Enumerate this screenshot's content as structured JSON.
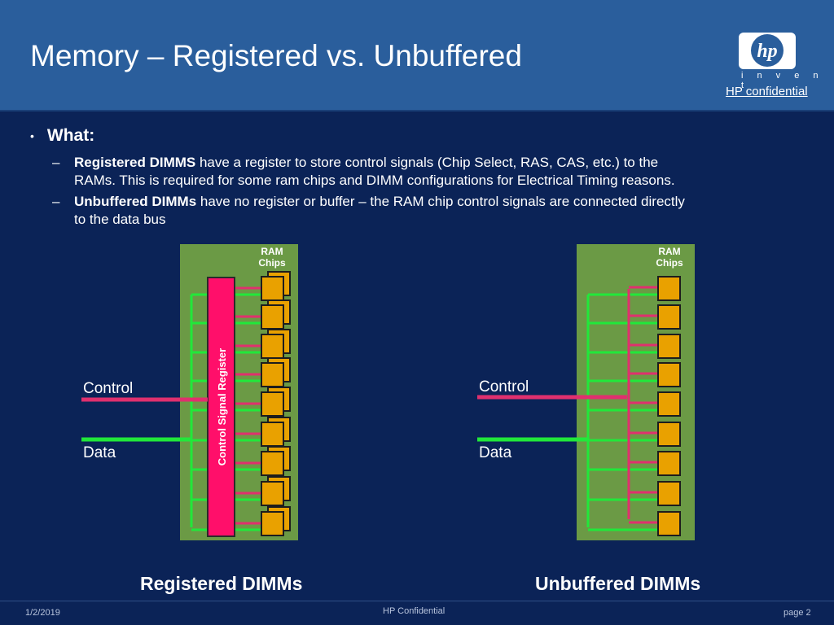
{
  "header": {
    "title": "Memory – Registered vs. Unbuffered",
    "logo_text": "hp",
    "logo_tagline": "i n v e n t",
    "confidential": "HP confidential"
  },
  "content": {
    "bullet": "What:",
    "items": [
      {
        "bold": "Registered DIMMS",
        "text_line1": " have a register to store control signals (Chip Select, RAS, CAS, etc.) to the",
        "text_line2": "RAMs. This is required for some ram chips and DIMM configurations for Electrical Timing reasons."
      },
      {
        "bold": "Unbuffered DIMMs",
        "text_line1": " have no register or buffer – the RAM chip control signals are connected directly",
        "text_line2": "to the data bus"
      }
    ]
  },
  "diagram": {
    "registered": {
      "ram_label_1": "RAM",
      "ram_label_2": "Chips",
      "register_label": "Control Signal Register",
      "control_label": "Control",
      "data_label": "Data",
      "caption": "Registered DIMMs"
    },
    "unbuffered": {
      "ram_label_1": "RAM",
      "ram_label_2": "Chips",
      "control_label": "Control",
      "data_label": "Data",
      "caption": "Unbuffered DIMMs"
    },
    "colors": {
      "board": "#6b9a45",
      "chip": "#e9a100",
      "control_wire": "#e0306e",
      "data_wire": "#21e83a",
      "register": "#ff0f6a"
    }
  },
  "footer": {
    "date": "1/2/2019",
    "confidential": "HP Confidential",
    "page": "page 2"
  }
}
